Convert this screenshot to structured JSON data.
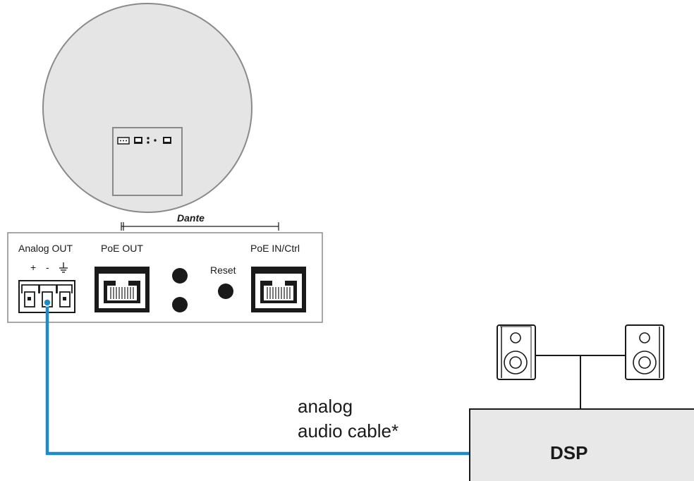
{
  "device": {
    "brand_logo": "Dante",
    "labels": {
      "analog_out": "Analog OUT",
      "poe_out": "PoE OUT",
      "reset": "Reset",
      "poe_in": "PoE IN/Ctrl",
      "terminal_plus": "+",
      "terminal_minus": "-"
    }
  },
  "cable": {
    "label_line1": "analog",
    "label_line2": "audio cable*",
    "color": "#1b8ccb"
  },
  "dsp": {
    "label": "DSP",
    "fill": "#e8e8e8"
  },
  "colors": {
    "ceiling_mic": "#e5e5e5",
    "outline": "#1a1a1a"
  }
}
